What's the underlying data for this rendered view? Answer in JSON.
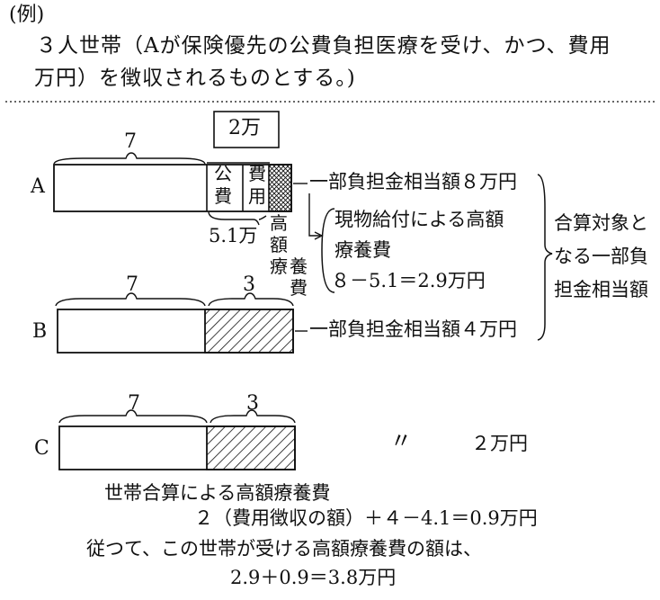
{
  "header": {
    "rei": "(例)",
    "line1": "３人世帯（Aが保険優先の公費負担医療を受け、かつ、費用",
    "line2": "万円）を徴収されるものとする。)"
  },
  "diagram": {
    "rowA": {
      "label": "A",
      "seven": "7",
      "box_2man": "2万",
      "kou": "公",
      "hi": "費",
      "hi2": "費",
      "you": "用",
      "dim_51": "5.1万",
      "koga": [
        "高",
        "額",
        "療",
        "養",
        "費"
      ],
      "arrow_text": "一部負担金相当額８万円",
      "bracket_lines": [
        "現物給付による高額",
        "療養費",
        "８－5.1＝2.9万円"
      ]
    },
    "rowB": {
      "label": "B",
      "seven": "7",
      "three": "3",
      "arrow_text": "一部負担金相当額４万円"
    },
    "side": [
      "合算対象と",
      "なる一部負",
      "担金相当額"
    ],
    "rowC": {
      "label": "C",
      "seven": "7",
      "three": "3",
      "ditto": "〃",
      "amount": "２万円"
    }
  },
  "footer": {
    "line1": "世帯合算による高額療養費",
    "line2": "２（費用徴収の額）＋４－4.1＝0.9万円",
    "line3": "従つて、この世帯が受ける高額療養費の額は、",
    "line4": "2.9＋0.9＝3.8万円"
  }
}
